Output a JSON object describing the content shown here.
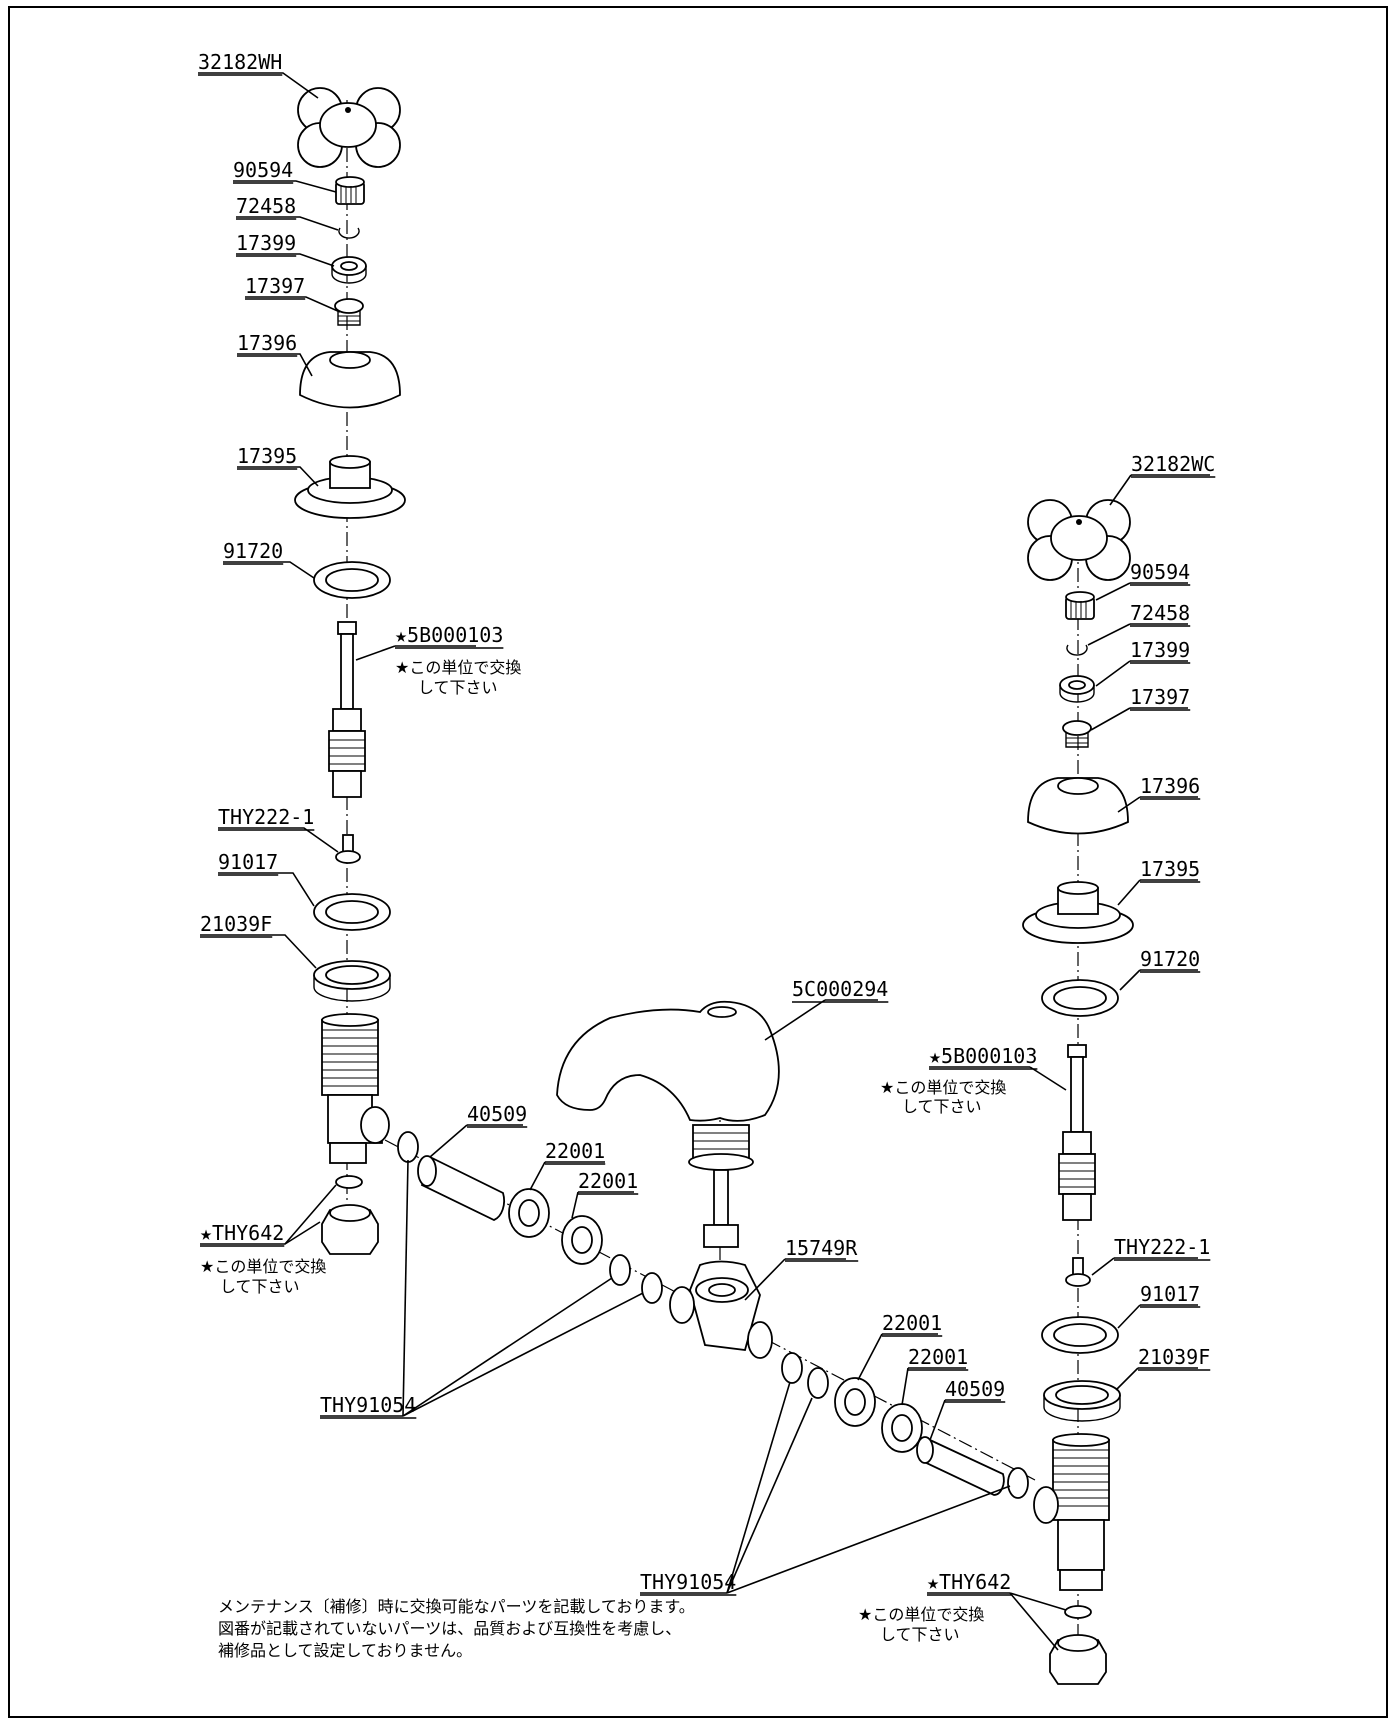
{
  "left_assembly": {
    "handle": "32182WH",
    "screw": "90594",
    "clip": "72458",
    "nut": "17399",
    "bushing": "17397",
    "cap": "17396",
    "flange": "17395",
    "gasket": "91720",
    "cartridge": "★5B000103",
    "cartridge_note_1": "★この単位で交換",
    "cartridge_note_2": "して下さい",
    "valve_seat": "THY222-1",
    "washer": "91017",
    "lock_nut": "21039F",
    "fitting": "★THY642",
    "fitting_note_1": "★この単位で交換",
    "fitting_note_2": "して下さい"
  },
  "right_assembly": {
    "handle": "32182WC",
    "screw": "90594",
    "clip": "72458",
    "nut": "17399",
    "bushing": "17397",
    "cap": "17396",
    "flange": "17395",
    "gasket": "91720",
    "cartridge": "★5B000103",
    "cartridge_note_1": "★この単位で交換",
    "cartridge_note_2": "して下さい",
    "valve_seat": "THY222-1",
    "washer": "91017",
    "lock_nut": "21039F",
    "fitting": "★THY642",
    "fitting_note_1": "★この単位で交換",
    "fitting_note_2": "して下さい"
  },
  "center": {
    "spout": "5C000294",
    "tee": "15749R",
    "pipe_left": "40509",
    "pipe_right": "40509",
    "nut_left_1": "22001",
    "nut_left_2": "22001",
    "nut_right_1": "22001",
    "nut_right_2": "22001",
    "packing_left": "THY91054",
    "packing_right": "THY91054"
  },
  "footer_note": {
    "line1": "メンテナンス〔補修〕時に交換可能なパーツを記載しております。",
    "line2": "図番が記載されていないパーツは、品質および互換性を考慮し、",
    "line3": "補修品として設定しておりません。"
  }
}
